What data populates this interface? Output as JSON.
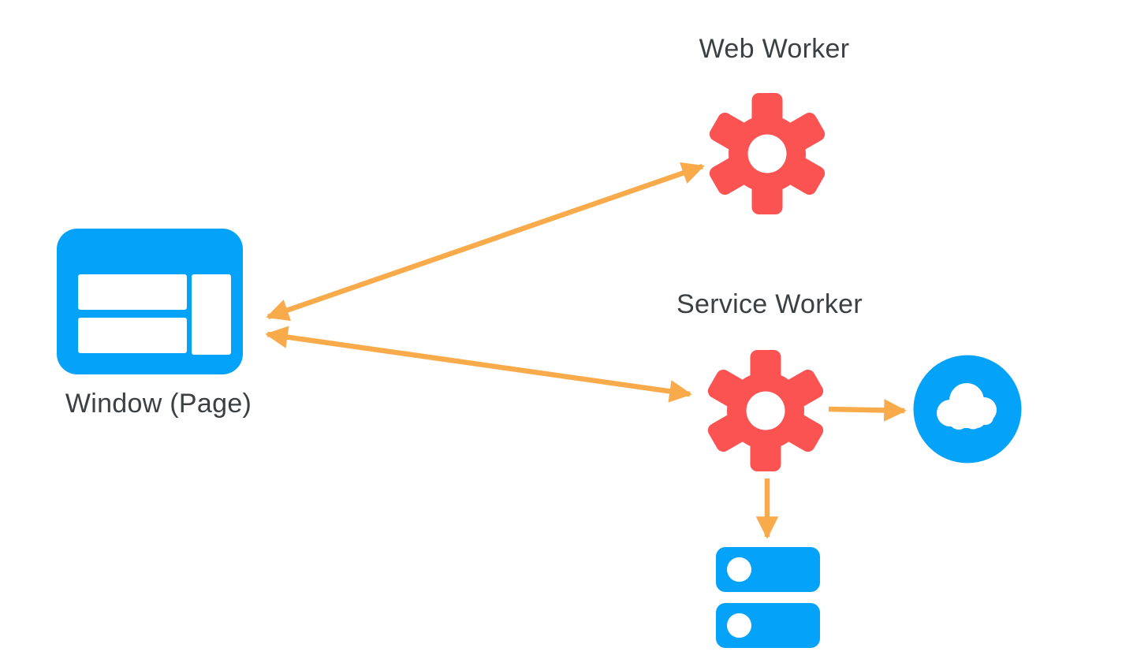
{
  "page": {
    "background": "#ffffff"
  },
  "colors": {
    "blue": "#05A2F9",
    "red": "#FB5252",
    "orange": "#F9AB4B",
    "label_text": "#3C4043",
    "icon_cutout": "#FFFFFF"
  },
  "diagram": {
    "nodes": [
      {
        "id": "window",
        "label": "Window (Page)",
        "icon": "browser-window-icon",
        "color_key": "blue"
      },
      {
        "id": "web-worker",
        "label": "Web Worker",
        "icon": "gear-icon",
        "color_key": "red"
      },
      {
        "id": "service-worker",
        "label": "Service Worker",
        "icon": "gear-icon",
        "color_key": "red"
      },
      {
        "id": "network-cloud",
        "label": "",
        "icon": "cloud-icon",
        "color_key": "blue"
      },
      {
        "id": "storage-database",
        "label": "",
        "icon": "database-stack-icon",
        "color_key": "blue"
      }
    ],
    "edges": [
      {
        "from": "window",
        "to": "web-worker",
        "bidirectional": true
      },
      {
        "from": "window",
        "to": "service-worker",
        "bidirectional": true
      },
      {
        "from": "service-worker",
        "to": "network-cloud",
        "bidirectional": false
      },
      {
        "from": "service-worker",
        "to": "storage-database",
        "bidirectional": false
      }
    ]
  }
}
